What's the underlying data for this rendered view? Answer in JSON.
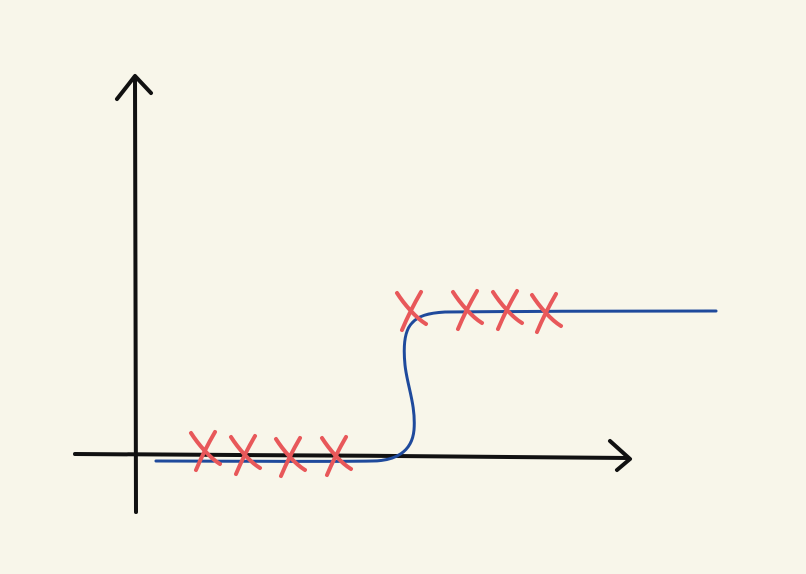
{
  "colors": {
    "background": "#f8f6ea",
    "axis": "#111111",
    "curve": "#1f4a9c",
    "points": "#e8585a"
  },
  "diagram": {
    "lower_class_marker_count": 4,
    "upper_class_marker_count": 4,
    "marker_glyph": "x",
    "curve_shape": "step-like sigmoid"
  }
}
